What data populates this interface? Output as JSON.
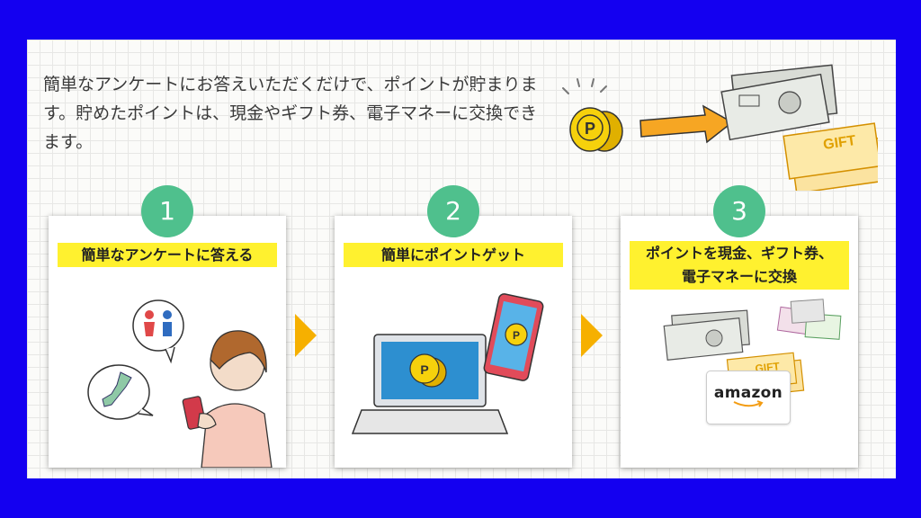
{
  "intro": "簡単なアンケートにお答えいただくだけで、ポイントが貯まります。貯めたポイントは、現金やギフト券、電子マネーに交換できます。",
  "hero": {
    "gift_text": "GIFT",
    "coin_letter": "P"
  },
  "steps": [
    {
      "number": "1",
      "label": "簡単なアンケートに答える"
    },
    {
      "number": "2",
      "label": "簡単にポイントゲット"
    },
    {
      "number": "3",
      "label": "ポイントを現金、ギフト券、\n電子マネーに交換"
    }
  ],
  "step3": {
    "gift_text": "GIFT",
    "amazon_text": "amazon"
  },
  "colors": {
    "background": "#1400f0",
    "step_circle": "#4fc08d",
    "label_highlight": "#fff12f",
    "arrow": "#f6b000"
  }
}
